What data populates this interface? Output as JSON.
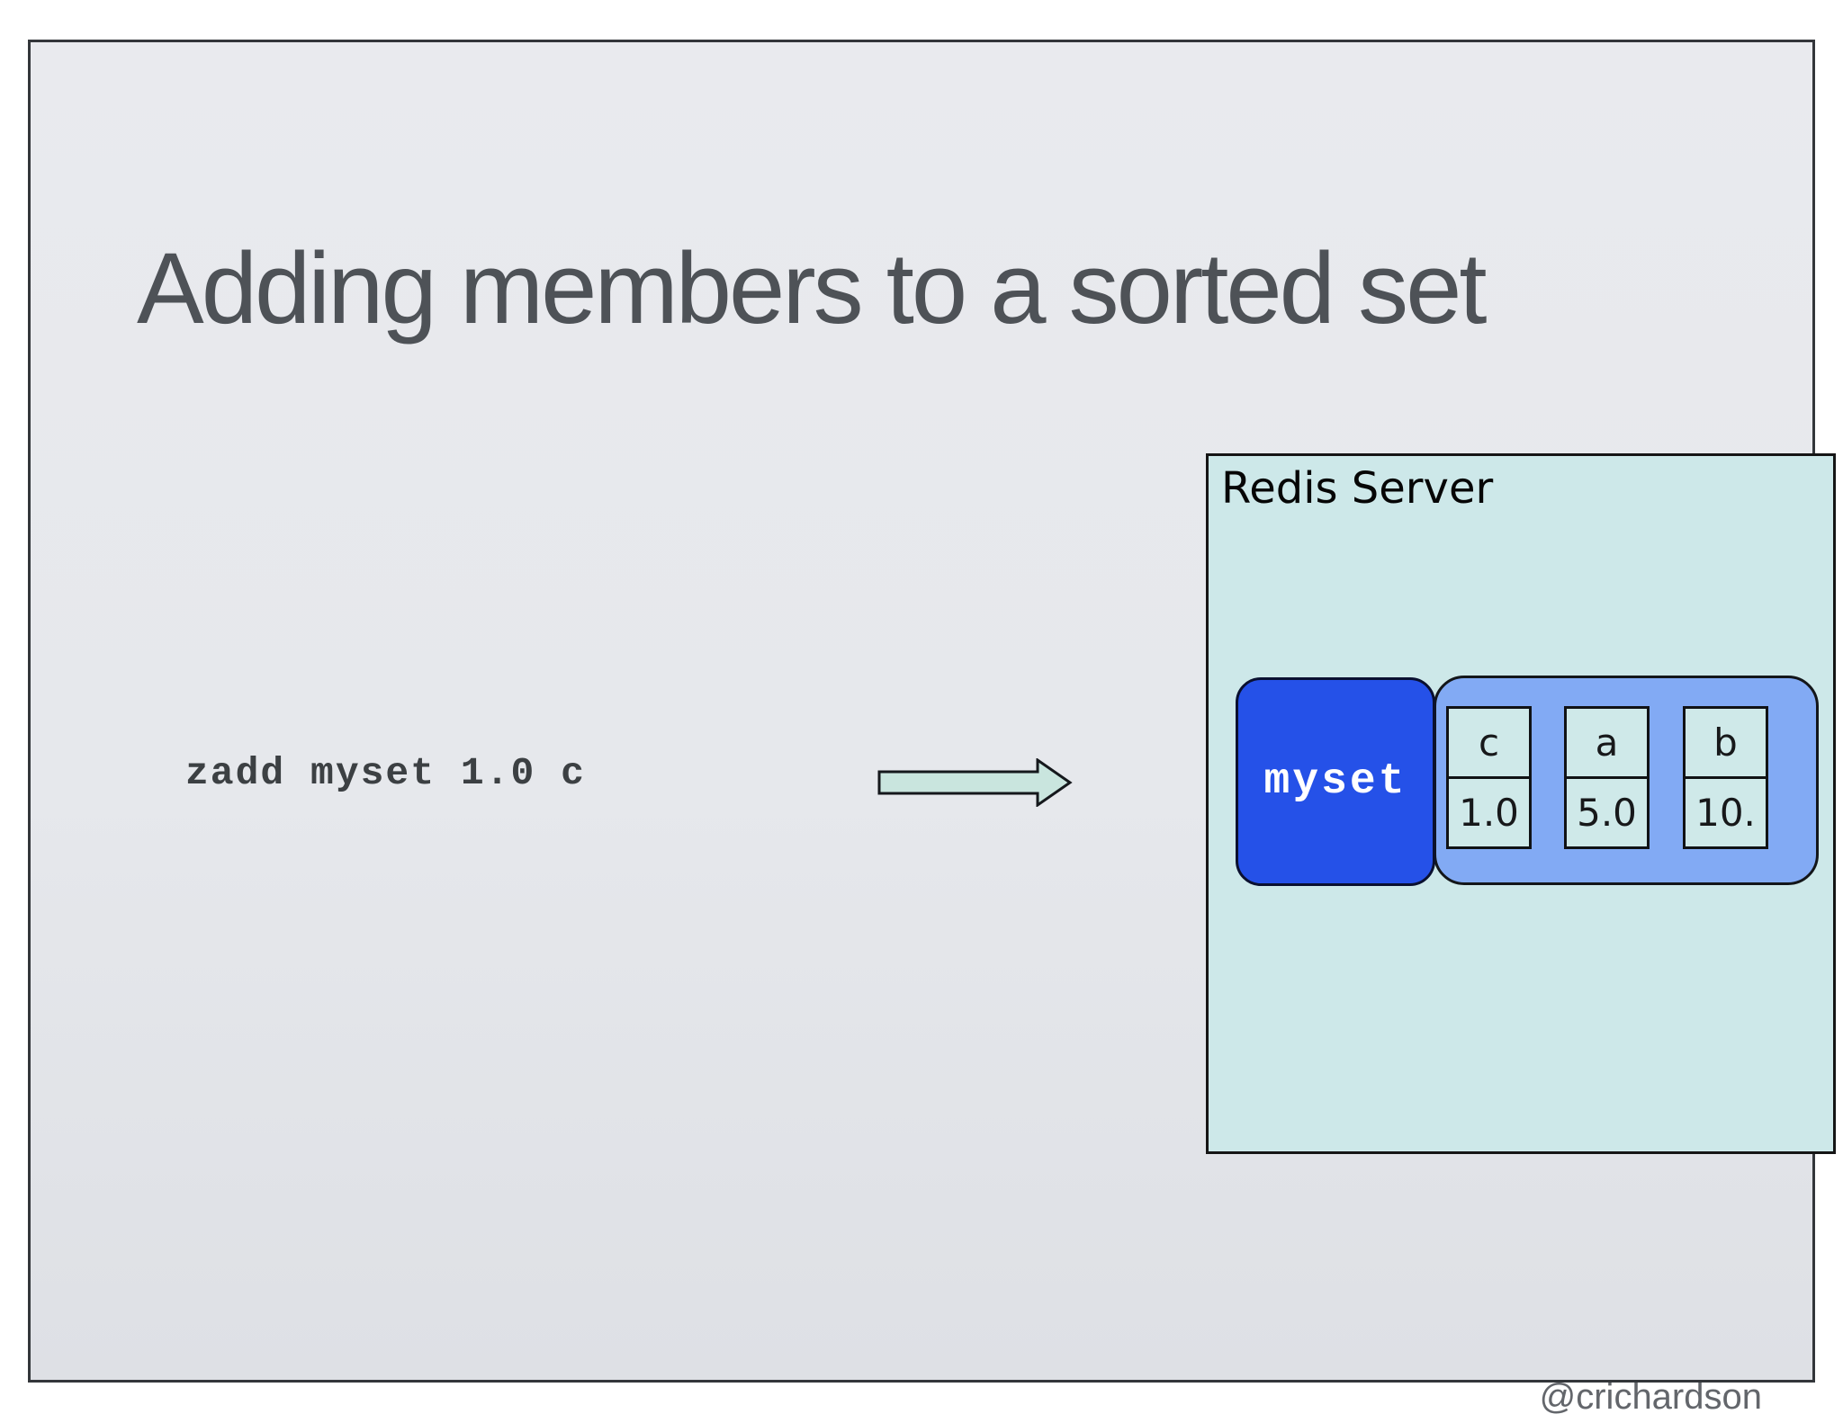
{
  "slide": {
    "title": "Adding members to a sorted set",
    "command": "zadd myset 1.0 c",
    "footer": "@crichardson",
    "server": {
      "label": "Redis Server",
      "key": "myset",
      "entries": [
        {
          "member": "c",
          "score": "1.0"
        },
        {
          "member": "a",
          "score": "5.0"
        },
        {
          "member": "b",
          "score": "10."
        }
      ]
    },
    "icons": {
      "flow_arrow": "right-block-arrow"
    },
    "colors": {
      "key_fill": "#2551e8",
      "key_text": "#ffffff",
      "set_container_fill": "#82aaf4",
      "server_fill": "#cde8e9",
      "cell_fill": "#cfe9e9",
      "arrow_fill": "#c9e5de",
      "outline": "#151515",
      "title_text": "#4e5257",
      "command_text": "#3c4043",
      "footer_text": "#63666b",
      "slide_background": "#e6e8ec"
    }
  }
}
